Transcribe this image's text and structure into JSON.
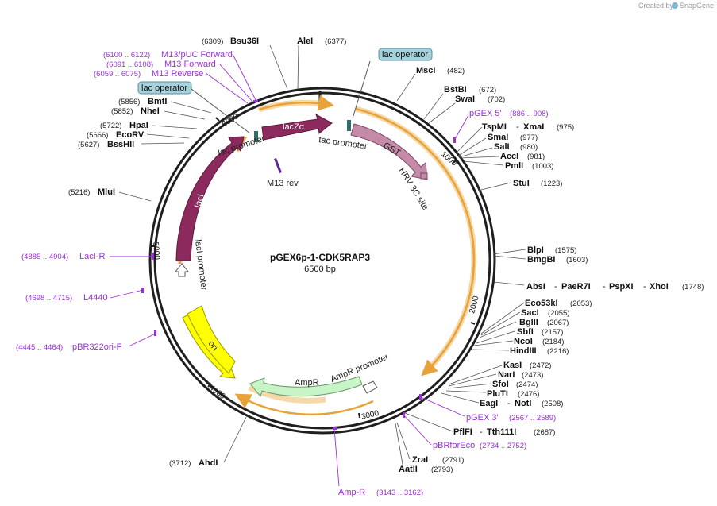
{
  "header": {
    "credit_prefix": "Created by",
    "credit_brand": "SnapGene"
  },
  "plasmid": {
    "name": "pGEX6p-1-CDK5RAP3",
    "size_label": "6500 bp"
  },
  "ticks": [
    "1000",
    "2000",
    "3000",
    "4000",
    "5000",
    "6000"
  ],
  "features": {
    "lacZa": "lacZα",
    "lacI": "lacI",
    "ori": "ori",
    "gst": "GST",
    "hrv": "HRV 3C site",
    "ampr": "AmpR",
    "ampr_promoter": "AmpR promoter",
    "laci_promoter": "lacI promoter",
    "tac_promoter": "tac promoter",
    "lac_promoter": "lac promoter",
    "m13rev": "M13 rev"
  },
  "lac_operators": [
    "lac operator",
    "lac operator"
  ],
  "enzymes": [
    {
      "name": "Bsu36I",
      "pos": "(6309)"
    },
    {
      "name": "AleI",
      "pos": "(6377)"
    },
    {
      "name": "MscI",
      "pos": "(482)"
    },
    {
      "name": "BstBI",
      "pos": "(672)"
    },
    {
      "name": "SwaI",
      "pos": "(702)"
    },
    {
      "name": "TspMI",
      "pos": "(975)"
    },
    {
      "name": "XmaI",
      "pos": ""
    },
    {
      "name": "SmaI",
      "pos": "(977)"
    },
    {
      "name": "SalI",
      "pos": "(980)"
    },
    {
      "name": "AccI",
      "pos": "(981)"
    },
    {
      "name": "PmlI",
      "pos": "(1003)"
    },
    {
      "name": "StuI",
      "pos": "(1223)"
    },
    {
      "name": "BlpI",
      "pos": "(1575)"
    },
    {
      "name": "BmgBI",
      "pos": "(1603)"
    },
    {
      "name": "AbsI",
      "pos": ""
    },
    {
      "name": "PaeR7I",
      "pos": ""
    },
    {
      "name": "PspXI",
      "pos": ""
    },
    {
      "name": "XhoI",
      "pos": "(1748)"
    },
    {
      "name": "Eco53kI",
      "pos": "(2053)"
    },
    {
      "name": "SacI",
      "pos": "(2055)"
    },
    {
      "name": "BglII",
      "pos": "(2067)"
    },
    {
      "name": "SbfI",
      "pos": "(2157)"
    },
    {
      "name": "NcoI",
      "pos": "(2184)"
    },
    {
      "name": "HindIII",
      "pos": "(2216)"
    },
    {
      "name": "KasI",
      "pos": "(2472)"
    },
    {
      "name": "NarI",
      "pos": "(2473)"
    },
    {
      "name": "SfoI",
      "pos": "(2474)"
    },
    {
      "name": "PluTI",
      "pos": "(2476)"
    },
    {
      "name": "EagI",
      "pos": ""
    },
    {
      "name": "NotI",
      "pos": "(2508)"
    },
    {
      "name": "PflFI",
      "pos": ""
    },
    {
      "name": "Tth111I",
      "pos": "(2687)"
    },
    {
      "name": "ZraI",
      "pos": "(2791)"
    },
    {
      "name": "AatII",
      "pos": "(2793)"
    },
    {
      "name": "AhdI",
      "pos": "(3712)"
    },
    {
      "name": "MluI",
      "pos": "(5216)"
    },
    {
      "name": "BssHII",
      "pos": "(5627)"
    },
    {
      "name": "EcoRV",
      "pos": "(5666)"
    },
    {
      "name": "HpaI",
      "pos": "(5722)"
    },
    {
      "name": "NheI",
      "pos": "(5852)"
    },
    {
      "name": "BmtI",
      "pos": "(5856)"
    }
  ],
  "separators": [
    "-",
    "-",
    "-",
    "-",
    "-",
    "-"
  ],
  "primers": [
    {
      "name": "M13/pUC Forward",
      "pos": "(6100 .. 6122)"
    },
    {
      "name": "M13 Forward",
      "pos": "(6091 .. 6108)"
    },
    {
      "name": "M13 Reverse",
      "pos": "(6059 .. 6075)"
    },
    {
      "name": "pGEX 5'",
      "pos": "(886 .. 908)"
    },
    {
      "name": "LacI-R",
      "pos": "(4885 .. 4904)"
    },
    {
      "name": "L4440",
      "pos": "(4698 .. 4715)"
    },
    {
      "name": "pBR322ori-F",
      "pos": "(4445 .. 4464)"
    },
    {
      "name": "pGEX 3'",
      "pos": "(2567 .. 2589)"
    },
    {
      "name": "pBRforEco",
      "pos": "(2734 .. 2752)"
    },
    {
      "name": "Amp-R",
      "pos": "(3143 .. 3162)"
    }
  ],
  "colors": {
    "backbone": "#1f1f1f",
    "lac": "#8c2a5e",
    "gst": "#c48aa8",
    "ori": "#ffff00",
    "ampr": "#c8f5c8",
    "orange": "#e8a23a",
    "primer": "#9b30d9",
    "operator": "#a6d2dc"
  }
}
